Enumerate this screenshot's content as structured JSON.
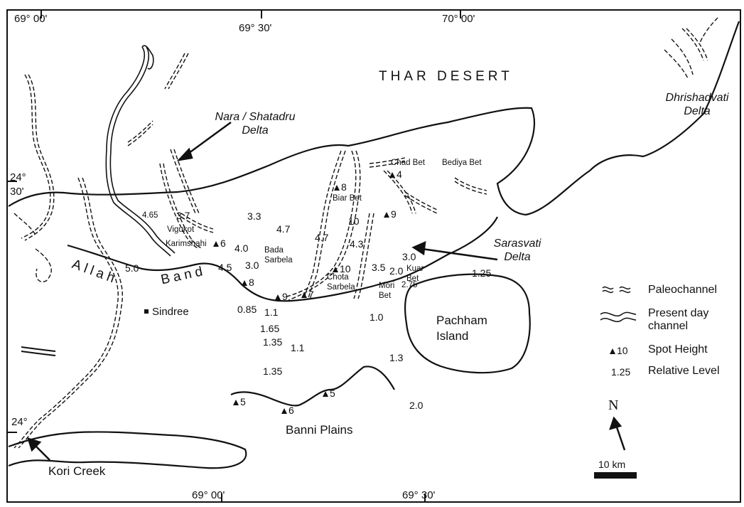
{
  "axis_labels": {
    "top": [
      "69° 00'",
      "69° 30'",
      "70° 00'"
    ],
    "bottom": [
      "69° 00'",
      "69° 30'"
    ],
    "left": [
      "24° 30'",
      "24°"
    ]
  },
  "regions": {
    "thar_desert": "THAR DESERT",
    "dhrishadvati_delta": "Dhrishadvati Delta",
    "nara_delta": "Nara / Shatadru Delta",
    "sarasvati_delta": "Sarasvati Delta",
    "pachham_island": "Pachham Island",
    "banni_plains": "Banni Plains",
    "kori_creek": "Kori Creek",
    "allah": "Allah",
    "band": "Band",
    "sindree": "Sindree"
  },
  "places": {
    "chad_bet": "Chad Bet",
    "bediya_bet": "Bediya Bet",
    "biar_bet": "Biar Bet",
    "vigukot": "Vigukot",
    "karimshahi": "Karimshahi",
    "bada_sarbela": "Bada Sarbela",
    "chota_sarbela": "Chota Sarbela",
    "mori_bet": "Mori Bet",
    "kuar_bet": "Kuar Bet"
  },
  "spot_heights": [
    "4",
    "8",
    "9",
    "10",
    "6",
    "3.7",
    "10",
    "8",
    "9",
    "7",
    "5",
    "6",
    "5"
  ],
  "relative_levels": [
    "4.65",
    "3.3",
    "4.7",
    "4.0",
    "4.7",
    "4.3",
    "5.0",
    "4.5",
    "3.0",
    "3.5",
    "2.0",
    "3.0",
    "1.25",
    "2.75",
    "0.85",
    "1.1",
    "1.65",
    "1.35",
    "1.1",
    "1.0",
    "1.3",
    "1.35",
    "2.0"
  ],
  "legend": {
    "paleochannel": "Paleochannel",
    "present_day_channel": "Present day channel",
    "spot_height_sample": "10",
    "spot_height": "Spot Height",
    "relative_level_sample": "1.25",
    "relative_level": "Relative Level"
  },
  "north": "N",
  "scale_bar": "10 km",
  "colors": {
    "ink": "#111111",
    "paper": "#ffffff"
  }
}
